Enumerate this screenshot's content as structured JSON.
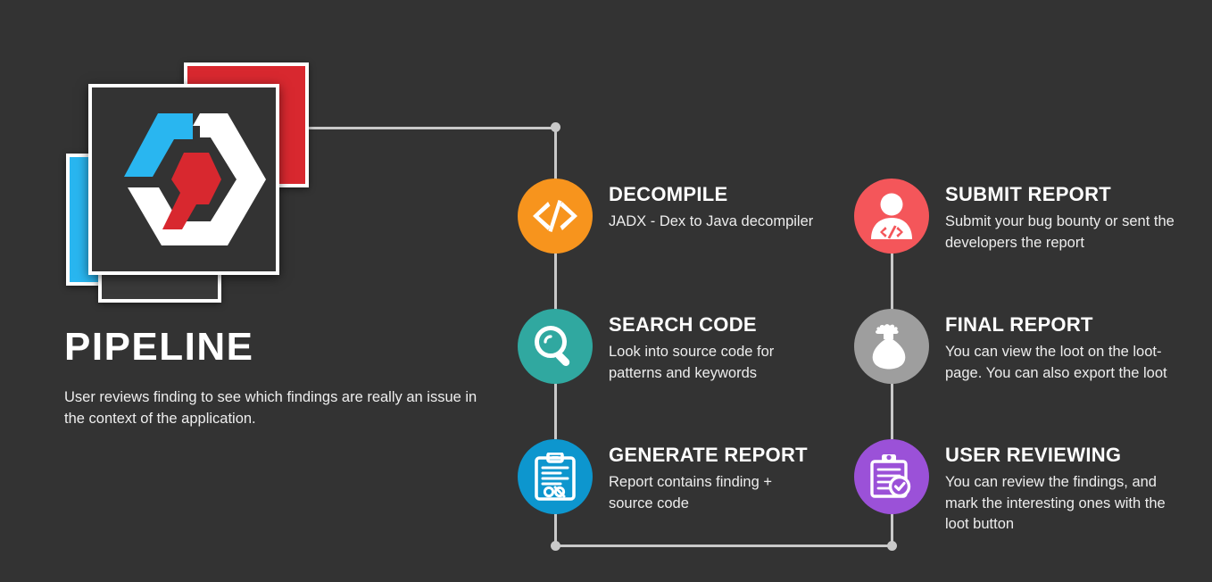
{
  "background_color": "#333333",
  "hero": {
    "title": "PIPELINE",
    "description": "User reviews finding to see which findings are really an issue in the context of the application.",
    "logo": {
      "name": "pipeline-logo",
      "card_colors": {
        "blue": "#29b6f0",
        "red": "#d8282f",
        "dark": "#333333",
        "border": "#ffffff"
      },
      "mark_colors": {
        "outline": "#ffffff",
        "accent_blue": "#29b6f0",
        "accent_red": "#d8282f"
      }
    }
  },
  "connector_color": "#c9c9c9",
  "steps": [
    {
      "id": "decompile",
      "icon": "code-brackets-icon",
      "color": "#f7941d",
      "title": "DECOMPILE",
      "description": "JADX - Dex to Java decompiler"
    },
    {
      "id": "search-code",
      "icon": "magnifier-icon",
      "color": "#30a8a0",
      "title": "SEARCH CODE",
      "description": "Look into source code for patterns and keywords"
    },
    {
      "id": "generate-report",
      "icon": "clipboard-lines-icon",
      "color": "#0d96ce",
      "title": "GENERATE REPORT",
      "description": "Report contains finding + source code"
    },
    {
      "id": "submit-report",
      "icon": "person-code-icon",
      "color": "#f4565a",
      "title": "SUBMIT REPORT",
      "description": "Submit your bug bounty or sent the developers the report"
    },
    {
      "id": "final-report",
      "icon": "loot-bag-icon",
      "color": "#9e9e9e",
      "title": "FINAL REPORT",
      "description": "You can view the loot on the loot-page. You can also export the loot"
    },
    {
      "id": "user-reviewing",
      "icon": "clipboard-check-icon",
      "color": "#9b51d8",
      "title": "USER REVIEWING",
      "description": "You can review the findings, and mark the interesting ones with the loot button"
    }
  ]
}
